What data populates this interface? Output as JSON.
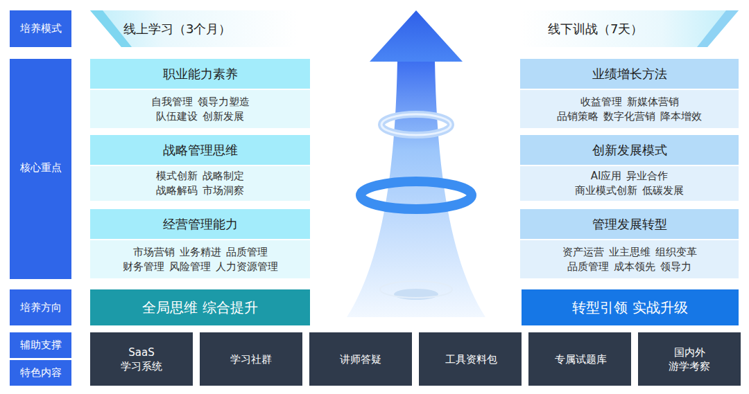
{
  "diagram": {
    "nodes": [
      {
        "text": [
          "培养模式"
        ]
      },
      {
        "text": [
          "线上学习（3个月）"
        ]
      },
      {
        "text": [
          "线下训战（7天）"
        ]
      },
      {
        "text": [
          "核心重点"
        ]
      },
      {
        "text": [
          "职业能力素养",
          "自我管理",
          "领导力塑造",
          "队伍建设",
          "创新发展"
        ]
      },
      {
        "text": [
          "业绩增长方法",
          "收益管理",
          "新媒体营销",
          "品销策略",
          "数字化营销",
          "降本增效"
        ]
      },
      {
        "text": [
          "战略管理思维",
          "模式创新",
          "战略制定",
          "战略解码",
          "市场洞察"
        ]
      },
      {
        "text": [
          "创新发展模式",
          "AI应用",
          "异业合作",
          "商业模式创新",
          "低碳发展"
        ]
      },
      {
        "text": [
          "经营管理能力",
          "市场营销",
          "业务精进",
          "品质管理",
          "财务管理",
          "风险管理",
          "人力资源管理"
        ]
      },
      {
        "text": [
          "管理发展转型",
          "资产运营",
          "业主思维",
          "组织变革",
          "品质管理",
          "成本领先",
          "领导力"
        ]
      },
      {
        "text": [
          "培养方向"
        ]
      },
      {
        "text": [
          "全局思维 综合提升"
        ]
      },
      {
        "text": [
          "转型引领 实战升级"
        ]
      },
      {
        "text": [
          "辅助支撑"
        ]
      },
      {
        "text": [
          "特色内容"
        ]
      },
      {
        "text": [
          "SaaS 学习系统"
        ]
      },
      {
        "text": [
          "学习社群"
        ]
      },
      {
        "text": [
          "讲师答疑"
        ]
      },
      {
        "text": [
          "工具资料包"
        ]
      },
      {
        "text": [
          "专属试题库"
        ]
      },
      {
        "text": [
          "国内外 游学考察"
        ]
      }
    ]
  }
}
